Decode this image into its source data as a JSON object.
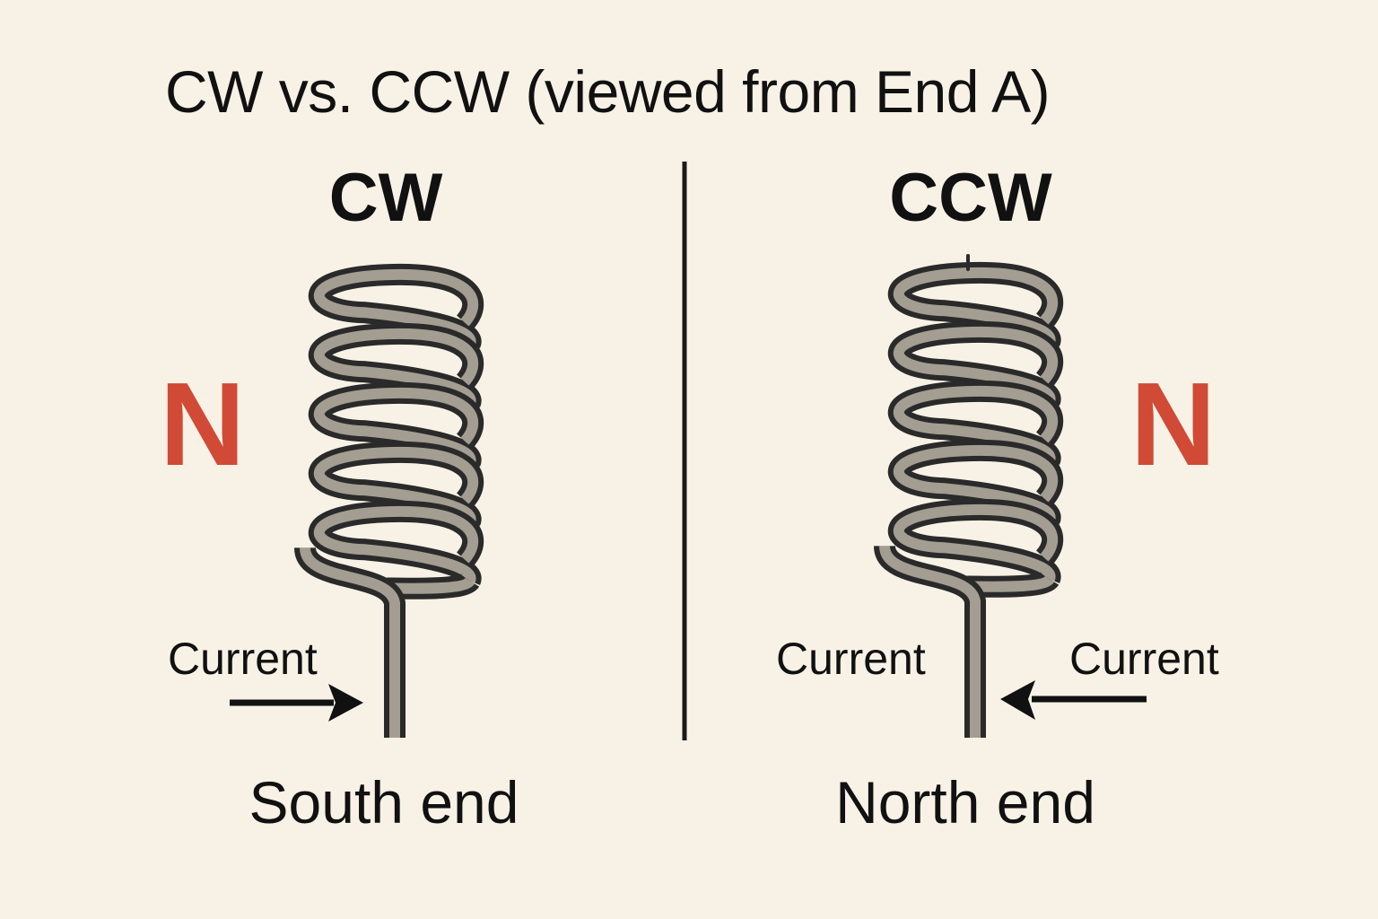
{
  "title": "CW vs. CCW (viewed from End A)",
  "colors": {
    "background": "#f8f2e6",
    "text": "#111111",
    "north_pole": "#d04a36",
    "wire_fill": "#a39d92",
    "wire_outline": "#2a2a2a",
    "divider": "#1a1a1a"
  },
  "panels": [
    {
      "id": "cw",
      "label": "CW",
      "pole_label": "N",
      "pole_side": "left",
      "current_labels": [
        "Current"
      ],
      "current_arrow_direction": "right",
      "end_label": "South end",
      "coil_turns": 5
    },
    {
      "id": "ccw",
      "label": "CCW",
      "pole_label": "N",
      "pole_side": "right",
      "current_labels": [
        "Current",
        "Current"
      ],
      "current_arrow_direction": "left",
      "end_label": "North end",
      "coil_turns": 5
    }
  ]
}
